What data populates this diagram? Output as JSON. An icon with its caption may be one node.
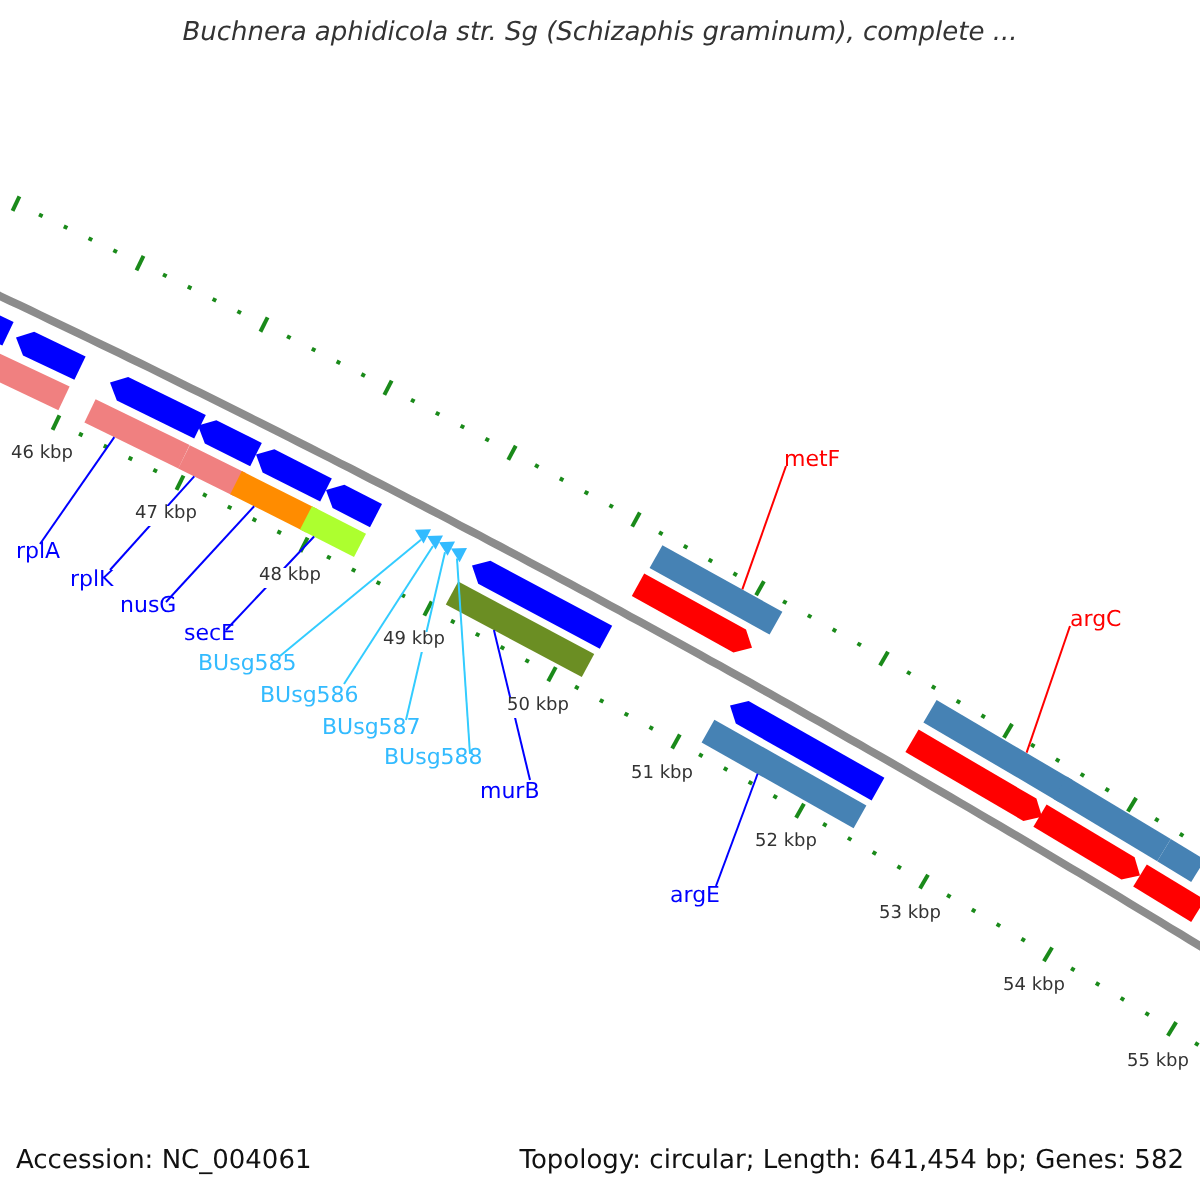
{
  "diagram": {
    "title": "Buchnera aphidicola str. Sg (Schizaphis graminum), complete ...",
    "nodes": [
      {
        "text": [
          "rplA"
        ]
      },
      {
        "text": [
          "rplK"
        ]
      },
      {
        "text": [
          "nusG"
        ]
      },
      {
        "text": [
          "secE"
        ]
      },
      {
        "text": [
          "BUsg585"
        ]
      },
      {
        "text": [
          "BUsg586"
        ]
      },
      {
        "text": [
          "BUsg587"
        ]
      },
      {
        "text": [
          "BUsg588"
        ]
      },
      {
        "text": [
          "murB"
        ]
      },
      {
        "text": [
          "metF"
        ]
      },
      {
        "text": [
          "argC"
        ]
      },
      {
        "text": [
          "argE"
        ]
      },
      {
        "text": [],
        "shape": "bar"
      },
      {
        "text": [],
        "shape": "bar"
      },
      {
        "text": [],
        "shape": "bar"
      },
      {
        "text": [],
        "shape": "bar"
      },
      {
        "text": [],
        "shape": "triangle"
      },
      {
        "text": [],
        "shape": "triangle"
      },
      {
        "text": [],
        "shape": "triangle"
      },
      {
        "text": [],
        "shape": "triangle"
      },
      {
        "text": [],
        "shape": "bar"
      },
      {
        "text": [],
        "shape": "bar"
      },
      {
        "text": [],
        "shape": "bar"
      },
      {
        "text": [],
        "shape": "bar"
      },
      {
        "text": [],
        "shape": "arrow"
      },
      {
        "text": [],
        "shape": "arrow"
      },
      {
        "text": [],
        "shape": "bar"
      },
      {
        "text": [],
        "shape": "arrow"
      },
      {
        "text": [],
        "shape": "arrow"
      },
      {
        "text": [],
        "shape": "arrow"
      },
      {
        "text": [],
        "shape": "arrow"
      },
      {
        "text": [],
        "shape": "arrow"
      },
      {
        "text": [],
        "shape": "arrow"
      },
      {
        "text": [],
        "shape": "arrow"
      },
      {
        "text": [],
        "shape": "bar"
      },
      {
        "text": [],
        "shape": "bar"
      },
      {
        "text": [],
        "shape": "arrow"
      },
      {
        "text": [],
        "shape": "arrow"
      },
      {
        "text": [],
        "shape": "bar"
      }
    ],
    "edges": [
      {
        "from": 0,
        "to": 12,
        "arrow": "none"
      },
      {
        "from": 1,
        "to": 13,
        "arrow": "none"
      },
      {
        "from": 2,
        "to": 14,
        "arrow": "none"
      },
      {
        "from": 3,
        "to": 15,
        "arrow": "none"
      },
      {
        "from": 4,
        "to": 16,
        "arrow": "none",
        "color": "#33ccff"
      },
      {
        "from": 5,
        "to": 17,
        "arrow": "none",
        "color": "#33ccff"
      },
      {
        "from": 6,
        "to": 18,
        "arrow": "none",
        "color": "#33ccff"
      },
      {
        "from": 7,
        "to": 19,
        "arrow": "none",
        "color": "#33ccff"
      },
      {
        "from": 8,
        "to": 20,
        "arrow": "none"
      },
      {
        "from": 9,
        "to": 21,
        "arrow": "none",
        "color": "#ff0000"
      },
      {
        "from": 10,
        "to": 22,
        "arrow": "none",
        "color": "#ff0000"
      },
      {
        "from": 11,
        "to": 23,
        "arrow": "none"
      }
    ],
    "labels": [
      "46 kbp",
      "47 kbp",
      "48 kbp",
      "49 kbp",
      "50 kbp",
      "51 kbp",
      "52 kbp",
      "53 kbp",
      "54 kbp",
      "55 kbp",
      "Accession: NC_004061",
      "Topology: circular; Length: 641,454 bp; Genes: 582"
    ]
  }
}
